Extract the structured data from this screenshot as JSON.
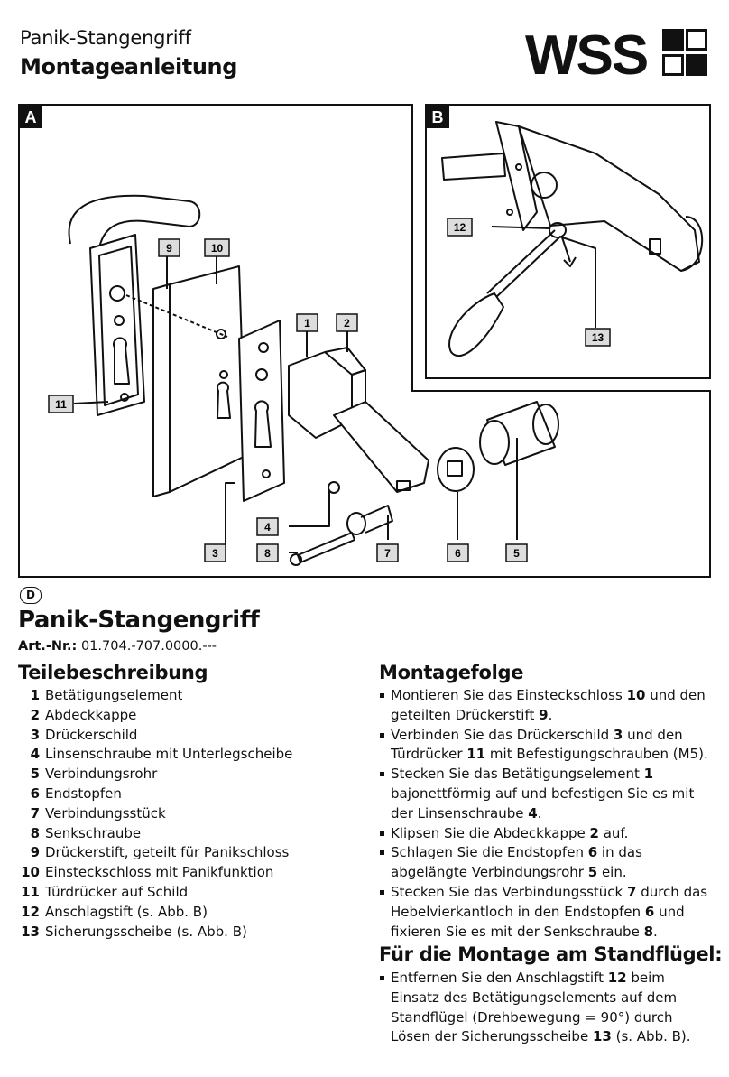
{
  "header": {
    "subtitle": "Panik-Stangengriff",
    "title": "Montageanleitung",
    "logo_text": "WSS"
  },
  "figure": {
    "panel_a_label": "A",
    "panel_b_label": "B",
    "callouts": [
      "1",
      "2",
      "3",
      "4",
      "5",
      "6",
      "7",
      "8",
      "9",
      "10",
      "11",
      "12",
      "13"
    ]
  },
  "language_marker": "D",
  "heading": "Panik-Stangengriff",
  "article": {
    "label": "Art.-Nr.:",
    "value": "01.704.-707.0000.---"
  },
  "parts_heading": "Teilebeschreibung",
  "parts": [
    {
      "num": "1",
      "text": "Betätigungselement"
    },
    {
      "num": "2",
      "text": "Abdeckkappe"
    },
    {
      "num": "3",
      "text": "Drückerschild"
    },
    {
      "num": "4",
      "text": "Linsenschraube mit Unterlegscheibe"
    },
    {
      "num": "5",
      "text": "Verbindungsrohr"
    },
    {
      "num": "6",
      "text": "Endstopfen"
    },
    {
      "num": "7",
      "text": "Verbindungsstück"
    },
    {
      "num": "8",
      "text": "Senkschraube"
    },
    {
      "num": "9",
      "text": "Drückerstift, geteilt für Panikschloss"
    },
    {
      "num": "10",
      "text": "Einsteckschloss mit Panikfunktion"
    },
    {
      "num": "11",
      "text": "Türdrücker auf Schild"
    },
    {
      "num": "12",
      "text": "Anschlagstift (s. Abb. B)"
    },
    {
      "num": "13",
      "text": "Sicherungsscheibe (s. Abb. B)"
    }
  ],
  "steps_heading": "Montagefolge",
  "steps": [
    [
      "Montieren Sie das Einsteckschloss ",
      "10",
      " und den geteilten Drückerstift ",
      "9",
      "."
    ],
    [
      "Verbinden Sie das Drückerschild ",
      "3",
      " und den Türdrücker ",
      "11",
      " mit Befestigungschrauben (M5)."
    ],
    [
      "Stecken Sie das Betätigungselement ",
      "1",
      " bajonett­förmig auf und befestigen Sie es mit der Linsen­schraube ",
      "4",
      "."
    ],
    [
      "Klipsen Sie die Abdeckkappe ",
      "2",
      " auf."
    ],
    [
      "Schlagen Sie die Endstopfen ",
      "6",
      " in das abgelängte Verbindungsrohr ",
      "5",
      " ein."
    ],
    [
      "Stecken Sie das Verbindungsstück ",
      "7",
      " durch das Hebelvierkantloch in den Endstopfen ",
      "6",
      " und fixieren Sie es mit der Senkschraube ",
      "8",
      "."
    ]
  ],
  "standfluegel_heading": "Für die Montage am Standflügel:",
  "standfluegel_steps": [
    [
      "Entfernen Sie den Anschlagstift ",
      "12",
      " beim Einsatz des Betätigungselements auf dem Standflügel (Drehbewegung = 90°) durch Lösen der Sicherungsscheibe ",
      "13",
      " (s. Abb. B)."
    ]
  ]
}
